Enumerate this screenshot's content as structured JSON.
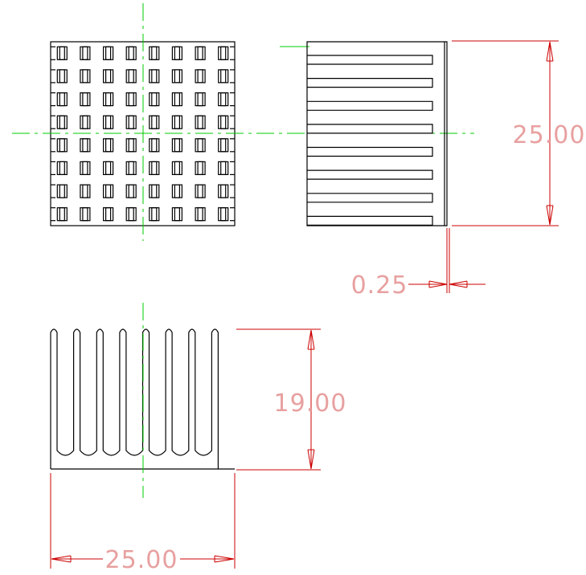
{
  "colors": {
    "outline": "#000000",
    "centerline": "#00cc00",
    "dimension_line": "#cc0000",
    "dimension_text": "#e8a0a0",
    "background": "#ffffff"
  },
  "dimensions": {
    "side_height": "25.00",
    "fin_thickness": "0.25",
    "front_height": "19.00",
    "front_width": "25.00"
  },
  "views": {
    "top": {
      "grid_rows": 8,
      "grid_cols": 8
    },
    "side": {
      "slot_count": 8
    },
    "front": {
      "fin_count": 8
    }
  }
}
